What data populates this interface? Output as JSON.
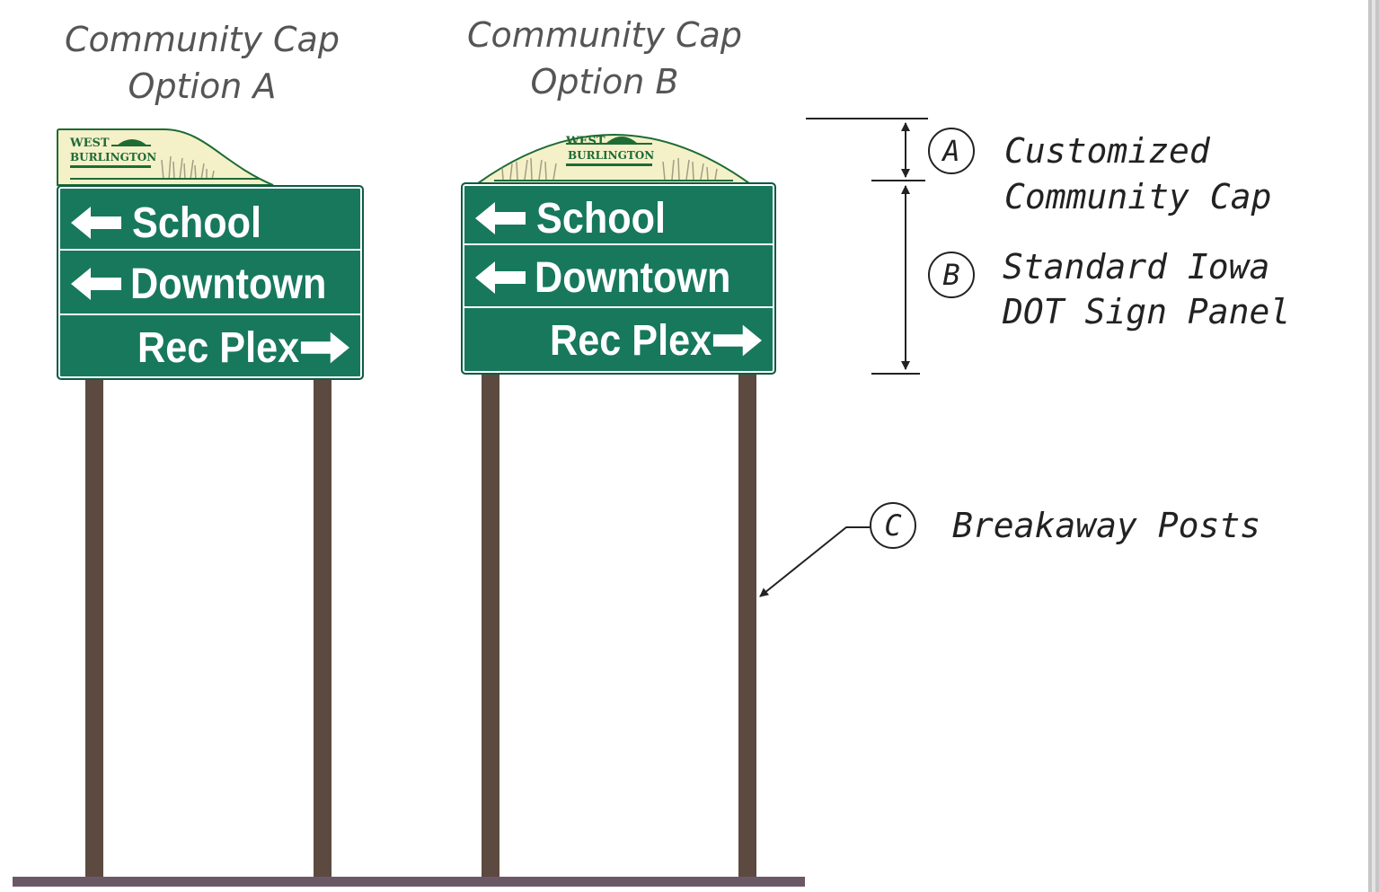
{
  "titles": {
    "option_a": [
      "Community Cap",
      "Option A"
    ],
    "option_b": [
      "Community Cap",
      "Option B"
    ]
  },
  "logo": {
    "line1": "WEST",
    "line2": "BURLINGTON"
  },
  "sign_rows": [
    {
      "label": "School",
      "arrow": "left"
    },
    {
      "label": "Downtown",
      "arrow": "left"
    },
    {
      "label": "Rec Plex",
      "arrow": "right"
    }
  ],
  "callouts": {
    "a": {
      "letter": "A",
      "line1": "Customized",
      "line2": "Community Cap"
    },
    "b": {
      "letter": "B",
      "line1": "Standard Iowa",
      "line2": "DOT Sign Panel"
    },
    "c": {
      "letter": "C",
      "line1": "Breakaway Posts"
    }
  },
  "colors": {
    "sign_green": "#17785c",
    "post_brown": "#5c4a40",
    "cap_cream": "#f4f0c8",
    "logo_green": "#1e6b35",
    "ground": "#6b5867"
  }
}
